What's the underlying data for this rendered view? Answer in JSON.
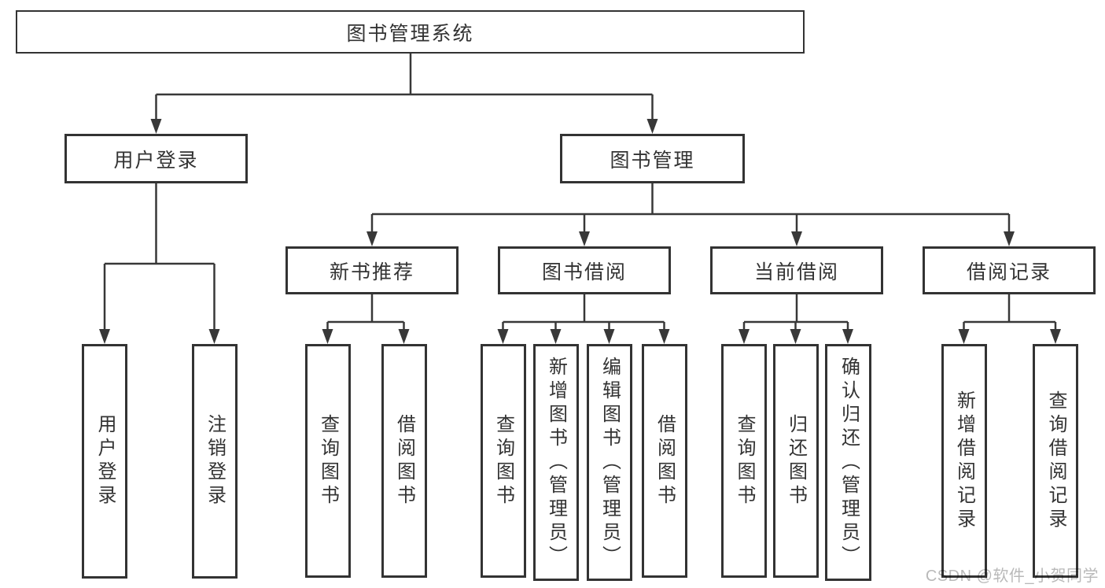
{
  "nodes": {
    "root": {
      "label": "图书管理系统"
    },
    "user_login": {
      "label": "用户登录"
    },
    "book_mgmt": {
      "label": "图书管理"
    },
    "login": {
      "label": "用户登录"
    },
    "logout": {
      "label": "注销登录"
    },
    "new_book_rec": {
      "label": "新书推荐"
    },
    "book_borrow": {
      "label": "图书借阅"
    },
    "current_borrow": {
      "label": "当前借阅"
    },
    "borrow_records": {
      "label": "借阅记录"
    },
    "rec_query_books": {
      "label": "查询图书"
    },
    "rec_borrow_books": {
      "label": "借阅图书"
    },
    "bb_query_books": {
      "label": "查询图书"
    },
    "bb_add_books": {
      "label": "新增图书（管理员）"
    },
    "bb_edit_books": {
      "label": "编辑图书（管理员）"
    },
    "bb_borrow_books": {
      "label": "借阅图书"
    },
    "cb_query_books": {
      "label": "查询图书"
    },
    "cb_return_books": {
      "label": "归还图书"
    },
    "cb_confirm_return": {
      "label": "确认归还（管理员）"
    },
    "br_add_record": {
      "label": "新增借阅记录"
    },
    "br_query_record": {
      "label": "查询借阅记录"
    }
  },
  "hierarchy": {
    "图书管理系统": {
      "用户登录": [
        "用户登录",
        "注销登录"
      ],
      "图书管理": {
        "新书推荐": [
          "查询图书",
          "借阅图书"
        ],
        "图书借阅": [
          "查询图书",
          "新增图书（管理员）",
          "编辑图书（管理员）",
          "借阅图书"
        ],
        "当前借阅": [
          "查询图书",
          "归还图书",
          "确认归还（管理员）"
        ],
        "借阅记录": [
          "新增借阅记录",
          "查询借阅记录"
        ]
      }
    }
  },
  "watermark": {
    "text": "CSDN @软件_小贺同学"
  },
  "colors": {
    "background": "#ffffff",
    "border_color": "#333333",
    "line_color": "#383838",
    "text_color": "#333333",
    "watermark_color": "#b9b9b9"
  }
}
